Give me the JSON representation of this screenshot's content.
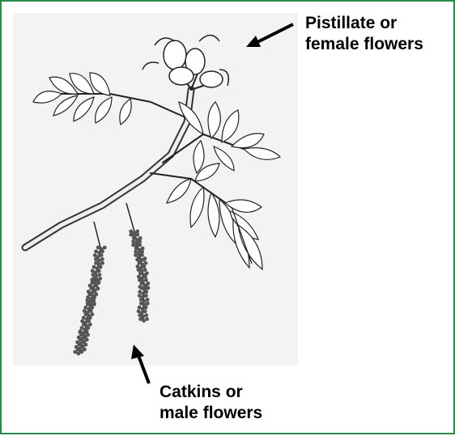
{
  "labels": {
    "female": {
      "line1": "Pistillate or",
      "line2": "female flowers"
    },
    "male": {
      "line1": "Catkins or",
      "line2": "male flowers"
    }
  },
  "colors": {
    "border": "#2a8a4a",
    "ink": "#000000",
    "paper": "#f2f2f2"
  }
}
